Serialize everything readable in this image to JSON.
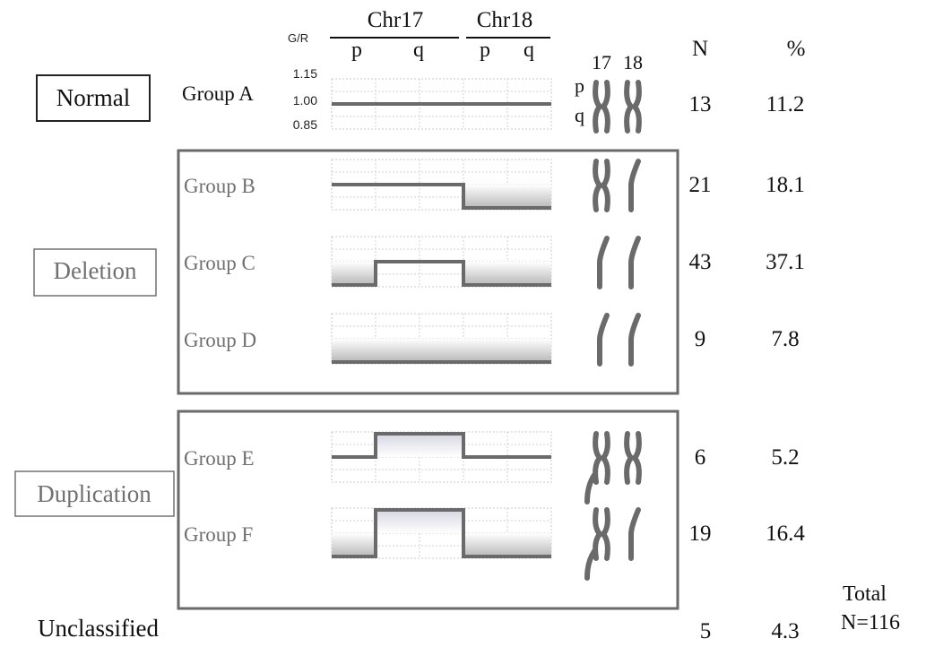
{
  "header": {
    "axis_label": "G/R",
    "chr17": "Chr17",
    "chr18": "Chr18",
    "arm_p": "p",
    "arm_q": "q",
    "col_n": "N",
    "col_pct": "%",
    "ideogram_17": "17",
    "ideogram_18": "18",
    "ideogram_p": "p",
    "ideogram_q": "q",
    "y_ticks": [
      "1.15",
      "1.00",
      "0.85"
    ]
  },
  "categories": {
    "normal": "Normal",
    "deletion": "Deletion",
    "duplication": "Duplication",
    "unclassified": "Unclassified"
  },
  "groups": [
    {
      "name": "Group A",
      "n": "13",
      "pct": "11.2",
      "levels": [
        0,
        0,
        0,
        0,
        0
      ]
    },
    {
      "name": "Group B",
      "n": "21",
      "pct": "18.1",
      "levels": [
        0,
        0,
        0,
        -1,
        -1
      ]
    },
    {
      "name": "Group C",
      "n": "43",
      "pct": "37.1",
      "levels": [
        -1,
        0,
        0,
        -1,
        -1
      ]
    },
    {
      "name": "Group D",
      "n": "9",
      "pct": "7.8",
      "levels": [
        -1,
        -1,
        -1,
        -1,
        -1
      ]
    },
    {
      "name": "Group E",
      "n": "6",
      "pct": "5.2",
      "levels": [
        0,
        1,
        1,
        0,
        0
      ]
    },
    {
      "name": "Group F",
      "n": "19",
      "pct": "16.4",
      "levels": [
        -1,
        1,
        1,
        -1,
        -1
      ]
    }
  ],
  "unclassified": {
    "n": "5",
    "pct": "4.3"
  },
  "total": {
    "label": "Total",
    "value": "N=116"
  },
  "colors": {
    "line": "#6a6a6a",
    "text_dark": "#111111",
    "text_gray": "#707070",
    "frame": "#6a6a6a"
  }
}
